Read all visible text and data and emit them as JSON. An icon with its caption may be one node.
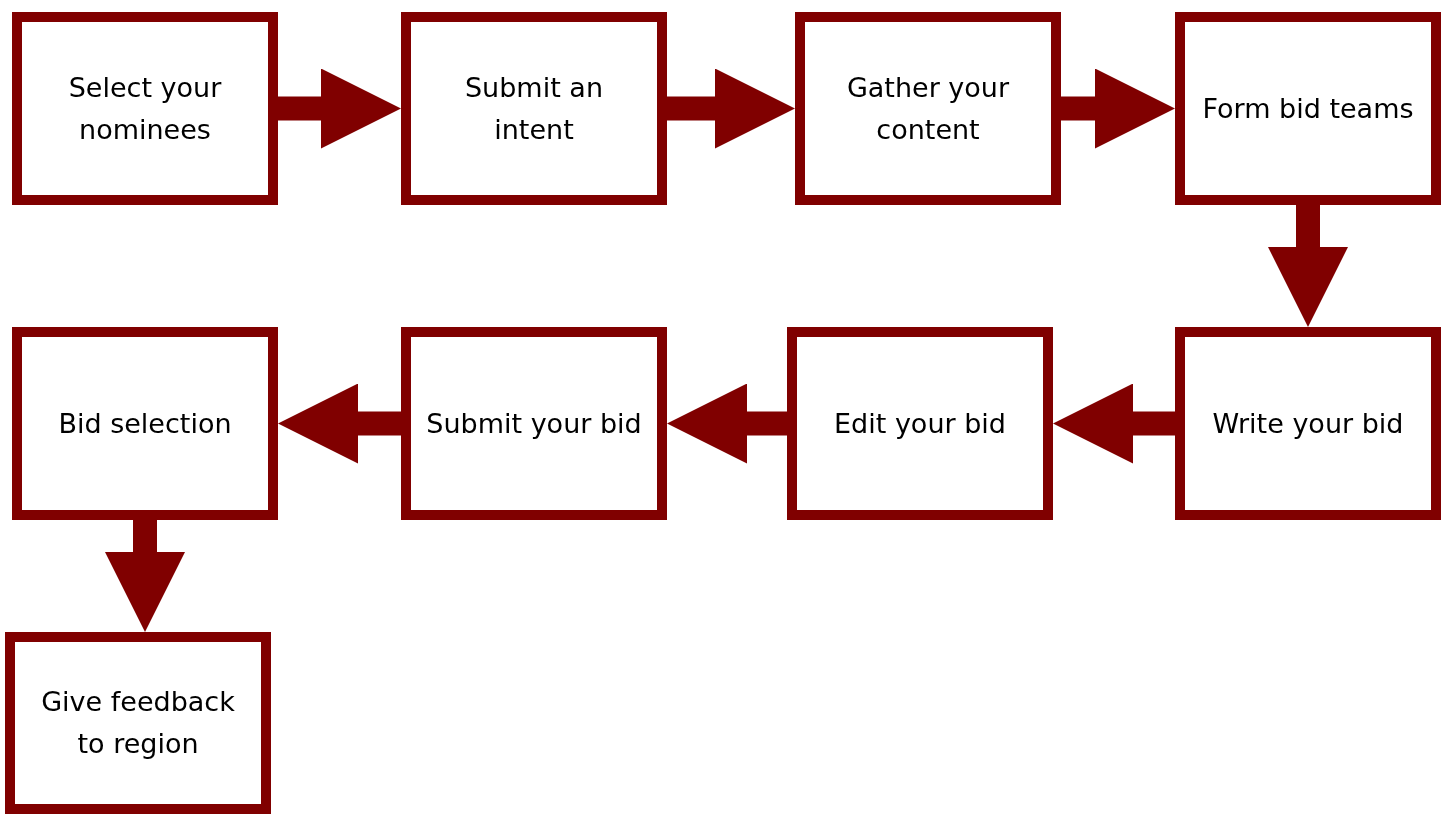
{
  "diagram": {
    "nodes": [
      {
        "text": [
          "Select your nominees"
        ]
      },
      {
        "text": [
          "Submit an intent"
        ]
      },
      {
        "text": [
          "Gather your content"
        ]
      },
      {
        "text": [
          "Form bid teams"
        ]
      },
      {
        "text": [
          "Write your bid"
        ]
      },
      {
        "text": [
          "Edit your bid"
        ]
      },
      {
        "text": [
          "Submit your bid"
        ]
      },
      {
        "text": [
          "Bid selection"
        ]
      },
      {
        "text": [
          "Give feedback to region"
        ]
      }
    ],
    "edges": [
      {
        "from": 0,
        "to": 1,
        "arrow": "to"
      },
      {
        "from": 1,
        "to": 2,
        "arrow": "to"
      },
      {
        "from": 2,
        "to": 3,
        "arrow": "to"
      },
      {
        "from": 3,
        "to": 4,
        "arrow": "to"
      },
      {
        "from": 4,
        "to": 5,
        "arrow": "to"
      },
      {
        "from": 5,
        "to": 6,
        "arrow": "to"
      },
      {
        "from": 6,
        "to": 7,
        "arrow": "to"
      },
      {
        "from": 7,
        "to": 8,
        "arrow": "to"
      }
    ]
  }
}
